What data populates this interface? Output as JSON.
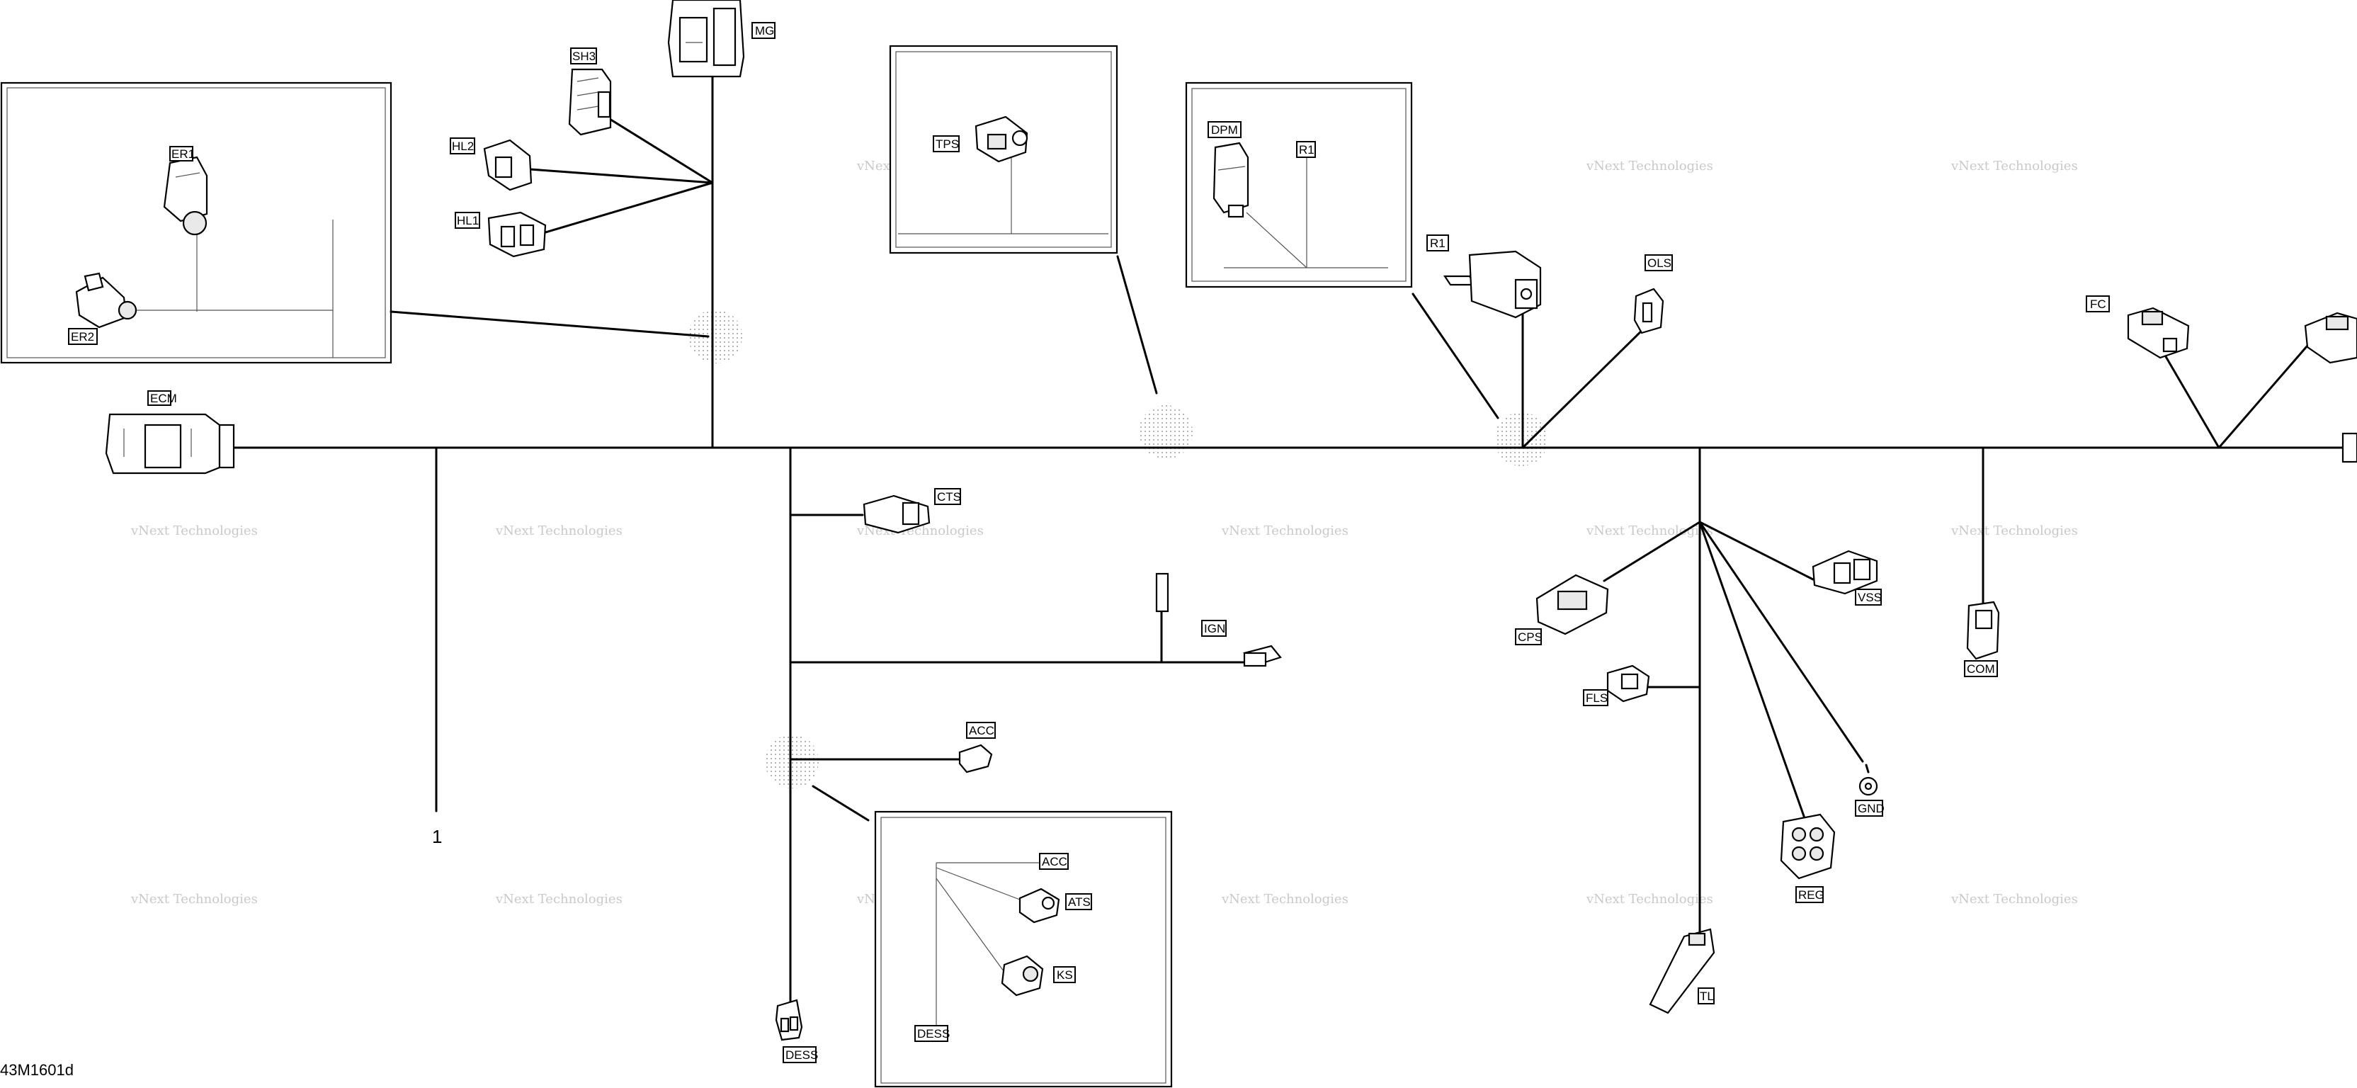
{
  "diagram_id": "43M1601d",
  "circle_label": "1",
  "watermark": "vNext Technologies",
  "connectors": {
    "ECM": "ECM",
    "ER1": "ER1",
    "ER2": "ER2",
    "SH3": "SH3",
    "HL2": "HL2",
    "HL1": "HL1",
    "MG": "MG",
    "TPS": "TPS",
    "DPM": "DPM",
    "R1_inset": "R1",
    "R1": "R1",
    "OLS": "OLS",
    "FC": "FC",
    "CTS": "CTS",
    "IGN": "IGN",
    "ACC": "ACC",
    "ACC_inset": "ACC",
    "ATS": "ATS",
    "KS": "KS",
    "DESS_inset": "DESS",
    "DESS": "DESS",
    "CPS": "CPS",
    "FLS": "FLS",
    "VSS": "VSS",
    "GND": "GND",
    "REG": "REG",
    "TL": "TL",
    "COM": "COM"
  }
}
